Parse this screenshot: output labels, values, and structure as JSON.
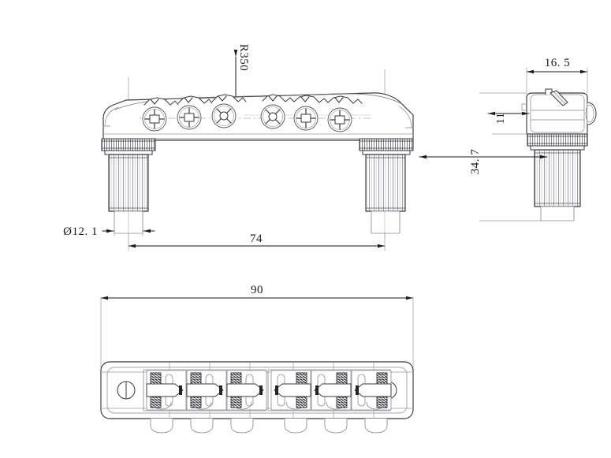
{
  "drawing": {
    "title": "Guitar Bridge Technical Drawing",
    "line_color": "#3a3a40",
    "thin_line_color": "#8a8a92",
    "center_line_color": "#9a9aa2",
    "text_color": "#1a1a1a",
    "background": "#ffffff"
  },
  "views": {
    "front": {
      "name": "front-elevation-view",
      "saddle_screw_count": 6,
      "post_count": 2
    },
    "side": {
      "name": "right-side-view"
    },
    "plan": {
      "name": "top-plan-view",
      "saddle_count": 6,
      "mounting_hole_count": 2
    }
  },
  "dimensions": {
    "radius": {
      "label": "R350",
      "orientation": "vertical",
      "view": "front"
    },
    "post_diameter": {
      "label": "Ø12. 1",
      "orientation": "horizontal",
      "view": "front"
    },
    "post_spacing": {
      "label": "74",
      "orientation": "horizontal",
      "view": "front"
    },
    "body_width": {
      "label": "16. 5",
      "orientation": "horizontal",
      "view": "side"
    },
    "body_height": {
      "label": "11",
      "orientation": "vertical",
      "view": "side"
    },
    "total_height": {
      "label": "34. 7",
      "orientation": "vertical",
      "view": "side"
    },
    "overall_length": {
      "label": "90",
      "orientation": "horizontal",
      "view": "plan"
    }
  }
}
